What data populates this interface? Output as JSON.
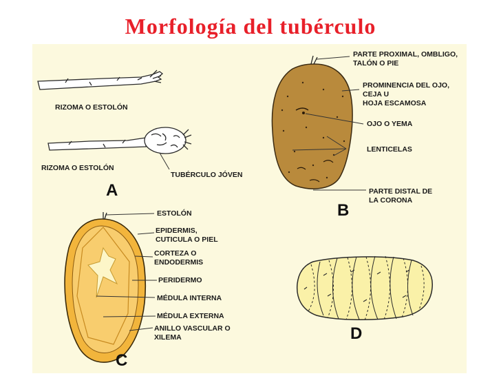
{
  "title": "Morfología del tubérculo",
  "panel_letters": {
    "a": "A",
    "b": "B",
    "c": "C",
    "d": "D"
  },
  "panel_a": {
    "label_stolon_1": "RIZOMA O ESTOLÓN",
    "label_stolon_2": "RIZOMA O ESTOLÓN",
    "label_young_tuber": "TUBÉRCULO JÓVEN"
  },
  "panel_b": {
    "proximal_1": "PARTE PROXIMAL, OMBLIGO,",
    "proximal_2": "TALÓN O PIE",
    "eyebrow_1": "PROMINENCIA DEL OJO,",
    "eyebrow_2": "CEJA U",
    "eyebrow_3": "HOJA ESCAMOSA",
    "eye": "OJO O YEMA",
    "lenticels": "LENTICELAS",
    "distal_1": "PARTE DISTAL DE",
    "distal_2": " LA CORONA"
  },
  "panel_c": {
    "stolon": "ESTOLÓN",
    "epidermis_1": "EPIDERMIS,",
    "epidermis_2": "CUTICULA O PIEL",
    "cortex_1": "CORTEZA O",
    "cortex_2": "ENDODERMIS",
    "periderm": "PERIDERMO",
    "inner_medulla": "MÉDULA INTERNA",
    "outer_medulla": "MÉDULA EXTERNA",
    "ring_1": "ANILLO VASCULAR O",
    "ring_2": "XILEMA"
  },
  "colors": {
    "title": "#e8202a",
    "panel_bg": "#fcf9de",
    "tuber_skin": "#b98a3c",
    "tuber_c_outer": "#f2b53c",
    "tuber_c_inner": "#f8cd6e",
    "tuber_d": "#faf1a8"
  }
}
